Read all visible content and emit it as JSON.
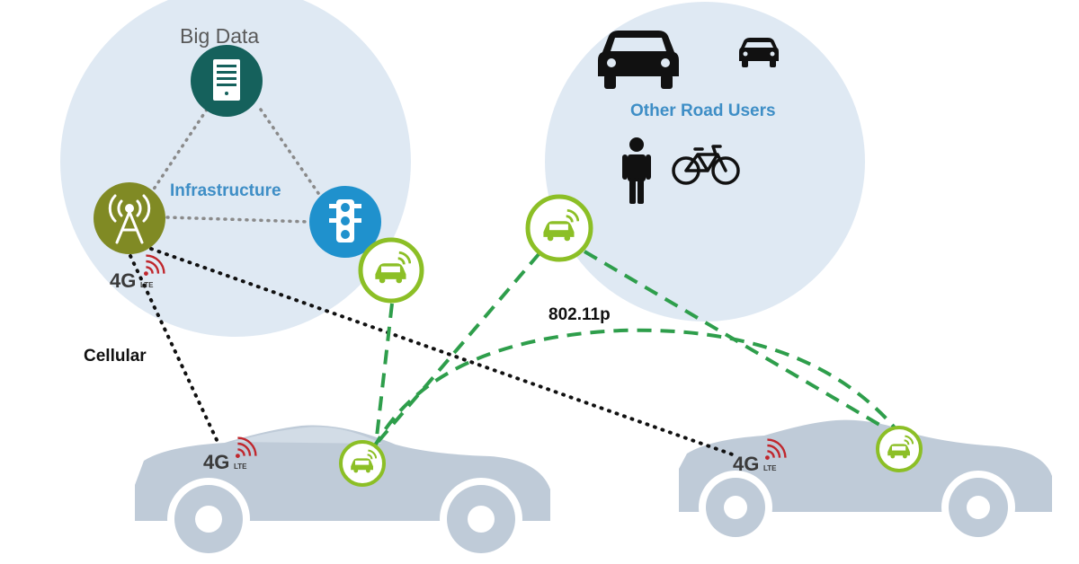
{
  "labels": {
    "big_data": "Big Data",
    "infrastructure": "Infrastructure",
    "other_road_users": "Other Road Users",
    "cellular": "Cellular",
    "dsrc": "802.11p"
  },
  "badges": {
    "lte_main": "4G",
    "lte_sub": "LTE"
  },
  "colors": {
    "circle_bg": "#dfe9f3",
    "server": "#15615c",
    "tower": "#808a24",
    "traffic_light": "#1f91cd",
    "obu_ring": "#8cbf26",
    "dsrc_link": "#2e9e4b",
    "car_body": "#bfcbd8",
    "lte_red": "#c0272d"
  },
  "icons": {
    "server": "server-icon",
    "tower": "cell-tower-icon",
    "traffic_light": "traffic-light-icon",
    "obu": "connected-car-icon",
    "car_large": "car-icon",
    "car_small": "car-icon",
    "pedestrian": "pedestrian-icon",
    "bicycle": "bicycle-icon"
  }
}
